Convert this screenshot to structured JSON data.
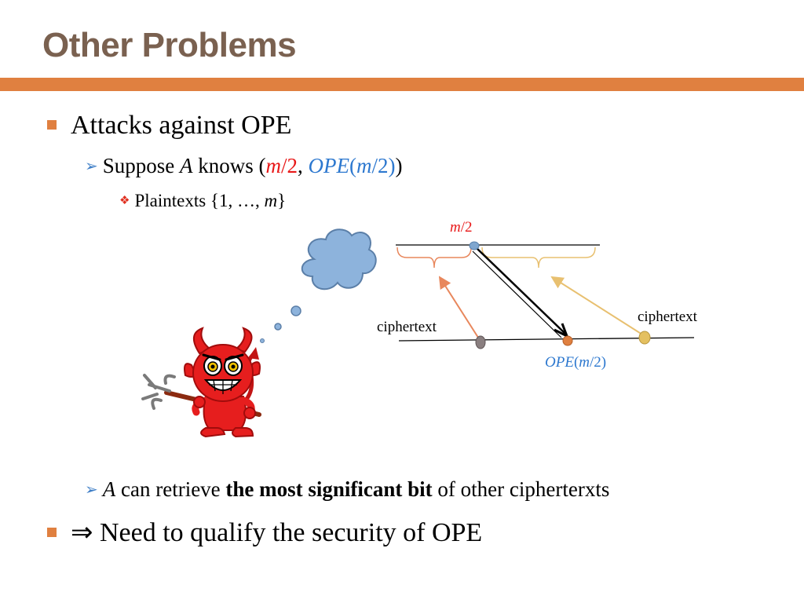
{
  "slide": {
    "title": "Other Problems",
    "bullets": {
      "b1": {
        "text": "Attacks against OPE"
      },
      "b2": {
        "pre": "Suppose ",
        "var_a": "A",
        "mid": " knows (",
        "m_var": "m",
        "slash2": "/2",
        "comma": ", ",
        "ope_name": "OPE",
        "ope_paren": "(",
        "ope_m": "m",
        "ope_close": "/2)",
        "close": ")"
      },
      "b3": {
        "pre": "Plaintexts {1, …, ",
        "m_var": "m",
        "close": "}"
      },
      "b4": {
        "var_a": "A",
        "pre": " can retrieve ",
        "bold": "the most significant bit",
        "post": " of other cipherterxts"
      },
      "b5": {
        "text": "⇒ Need to qualify the security of OPE"
      }
    }
  },
  "diagram": {
    "top_label_m": "m",
    "top_label_rest": "/2",
    "left_ciphertext": "ciphertext",
    "right_ciphertext": "ciphertext",
    "bottom_label_ope": "OPE",
    "bottom_label_paren": "(",
    "bottom_label_m": "m",
    "bottom_label_close": "/2)"
  },
  "colors": {
    "title_text": "#7a6150",
    "title_bar": "#e08040",
    "bullet_square": "#e08040",
    "bullet_arrow": "#3f7fc7",
    "bullet_diamond": "#e03020",
    "highlight_red": "#e81818",
    "highlight_blue": "#2d78cf",
    "cloud_fill": "#8db3dc",
    "devil_red": "#e61e1e"
  },
  "icons": {
    "bullet_square": "square-bullet-icon",
    "bullet_arrow": "arrow-bullet-icon",
    "bullet_diamond": "diamond-bullet-icon",
    "devil": "devil-icon",
    "cloud": "thought-cloud-icon"
  }
}
